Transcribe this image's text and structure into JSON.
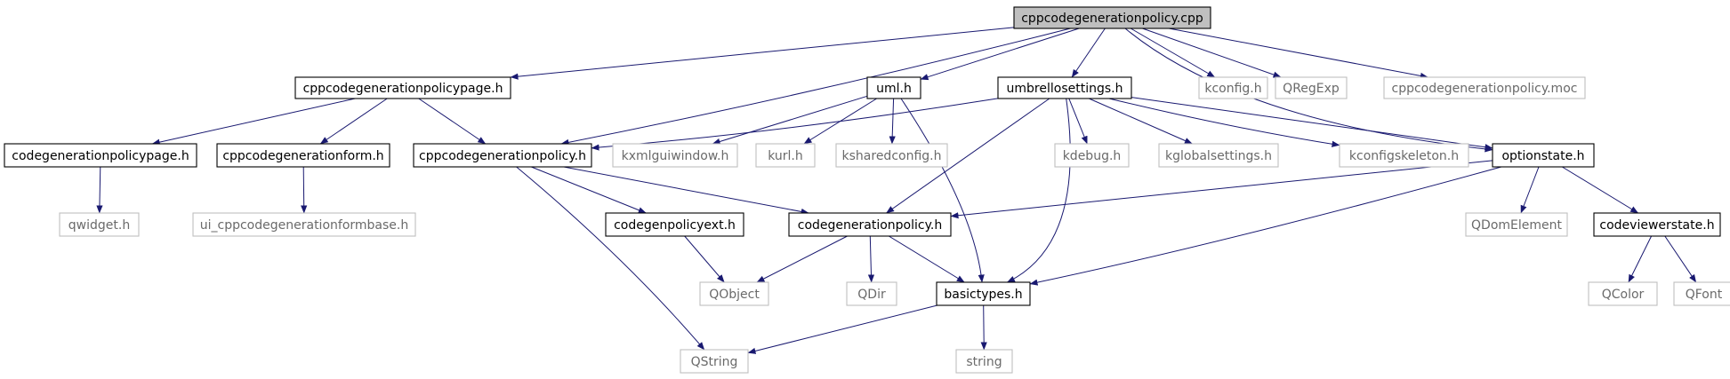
{
  "colors": {
    "edge": "#191970",
    "root_fill": "#bfbfbf",
    "box_border": "#000000",
    "box_text": "#000000",
    "external_border": "#bfbfbf",
    "external_text": "#6a6a6a"
  },
  "graph": {
    "nodes": {
      "root": {
        "label": "cppcodegenerationpolicy.cpp",
        "kind": "root"
      },
      "cppPage": {
        "label": "cppcodegenerationpolicypage.h",
        "kind": "local"
      },
      "umlh": {
        "label": "uml.h",
        "kind": "local"
      },
      "umbrello": {
        "label": "umbrellosettings.h",
        "kind": "local"
      },
      "kconfigh": {
        "label": "kconfig.h",
        "kind": "external"
      },
      "qregexp": {
        "label": "QRegExp",
        "kind": "external"
      },
      "moc": {
        "label": "cppcodegenerationpolicy.moc",
        "kind": "external"
      },
      "cgpPage": {
        "label": "codegenerationpolicypage.h",
        "kind": "local"
      },
      "cppForm": {
        "label": "cppcodegenerationform.h",
        "kind": "local"
      },
      "cppPolicy": {
        "label": "cppcodegenerationpolicy.h",
        "kind": "local"
      },
      "kxml": {
        "label": "kxmlguiwindow.h",
        "kind": "external"
      },
      "kurl": {
        "label": "kurl.h",
        "kind": "external"
      },
      "kshared": {
        "label": "ksharedconfig.h",
        "kind": "external"
      },
      "kdebug": {
        "label": "kdebug.h",
        "kind": "external"
      },
      "kglobal": {
        "label": "kglobalsettings.h",
        "kind": "external"
      },
      "kskel": {
        "label": "kconfigskeleton.h",
        "kind": "external"
      },
      "optionstate": {
        "label": "optionstate.h",
        "kind": "local"
      },
      "qwidget": {
        "label": "qwidget.h",
        "kind": "external"
      },
      "uiform": {
        "label": "ui_cppcodegenerationformbase.h",
        "kind": "external"
      },
      "cgpExt": {
        "label": "codegenpolicyext.h",
        "kind": "local"
      },
      "cgp": {
        "label": "codegenerationpolicy.h",
        "kind": "local"
      },
      "qdomel": {
        "label": "QDomElement",
        "kind": "external"
      },
      "cvstate": {
        "label": "codeviewerstate.h",
        "kind": "local"
      },
      "qobject": {
        "label": "QObject",
        "kind": "external"
      },
      "qdir": {
        "label": "QDir",
        "kind": "external"
      },
      "basictypes": {
        "label": "basictypes.h",
        "kind": "local"
      },
      "qcolor": {
        "label": "QColor",
        "kind": "external"
      },
      "qfont": {
        "label": "QFont",
        "kind": "external"
      },
      "qstring": {
        "label": "QString",
        "kind": "external"
      },
      "string": {
        "label": "string",
        "kind": "external"
      }
    },
    "edges": [
      [
        "root",
        "cppPage"
      ],
      [
        "root",
        "umlh"
      ],
      [
        "root",
        "umbrello"
      ],
      [
        "root",
        "kconfigh"
      ],
      [
        "root",
        "qregexp"
      ],
      [
        "root",
        "moc"
      ],
      [
        "root",
        "cppPolicy"
      ],
      [
        "root",
        "optionstate"
      ],
      [
        "cppPage",
        "cgpPage"
      ],
      [
        "cppPage",
        "cppForm"
      ],
      [
        "cppPage",
        "cppPolicy"
      ],
      [
        "umlh",
        "kxml"
      ],
      [
        "umlh",
        "kurl"
      ],
      [
        "umlh",
        "kshared"
      ],
      [
        "umlh",
        "basictypes"
      ],
      [
        "umbrello",
        "cppPolicy"
      ],
      [
        "umbrello",
        "kdebug"
      ],
      [
        "umbrello",
        "kglobal"
      ],
      [
        "umbrello",
        "kskel"
      ],
      [
        "umbrello",
        "optionstate"
      ],
      [
        "umbrello",
        "cgp"
      ],
      [
        "umbrello",
        "basictypes"
      ],
      [
        "cgpPage",
        "qwidget"
      ],
      [
        "cppForm",
        "uiform"
      ],
      [
        "cppPolicy",
        "cgpExt"
      ],
      [
        "cppPolicy",
        "cgp"
      ],
      [
        "cppPolicy",
        "qstring"
      ],
      [
        "optionstate",
        "cgp"
      ],
      [
        "optionstate",
        "qdomel"
      ],
      [
        "optionstate",
        "cvstate"
      ],
      [
        "optionstate",
        "basictypes"
      ],
      [
        "cgpExt",
        "qobject"
      ],
      [
        "cgp",
        "qobject"
      ],
      [
        "cgp",
        "qdir"
      ],
      [
        "cgp",
        "basictypes"
      ],
      [
        "cvstate",
        "qcolor"
      ],
      [
        "cvstate",
        "qfont"
      ],
      [
        "basictypes",
        "qstring"
      ],
      [
        "basictypes",
        "string"
      ]
    ]
  }
}
